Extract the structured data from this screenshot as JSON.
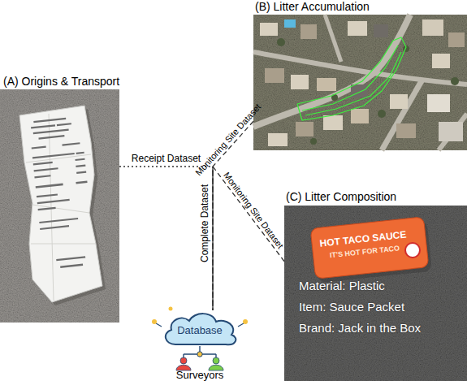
{
  "diagram": {
    "nodes": [
      {
        "text": [
          "(A) Origins & Transport"
        ]
      },
      {
        "text": [
          "(B) Litter Accumulation"
        ]
      },
      {
        "text": [
          "(C) Litter Composition",
          "Material: Plastic",
          "Item: Sauce Packet",
          "Brand: Jack in the Box"
        ]
      },
      {
        "text": [
          "Database"
        ]
      }
    ],
    "edges": [
      {
        "from": 0,
        "to": 3,
        "arrow": "none",
        "label": "Receipt Dataset"
      },
      {
        "from": 1,
        "to": 3,
        "arrow": "none",
        "label": "Monitoring Site Dataset"
      },
      {
        "from": 2,
        "to": 3,
        "arrow": "none",
        "label": "Monitoring Site Dataset"
      }
    ],
    "labels": [
      "Complete Dataset",
      "Surveyors",
      "HOT TACO SAUCE",
      "IT'S HOT FOR TACO"
    ]
  }
}
